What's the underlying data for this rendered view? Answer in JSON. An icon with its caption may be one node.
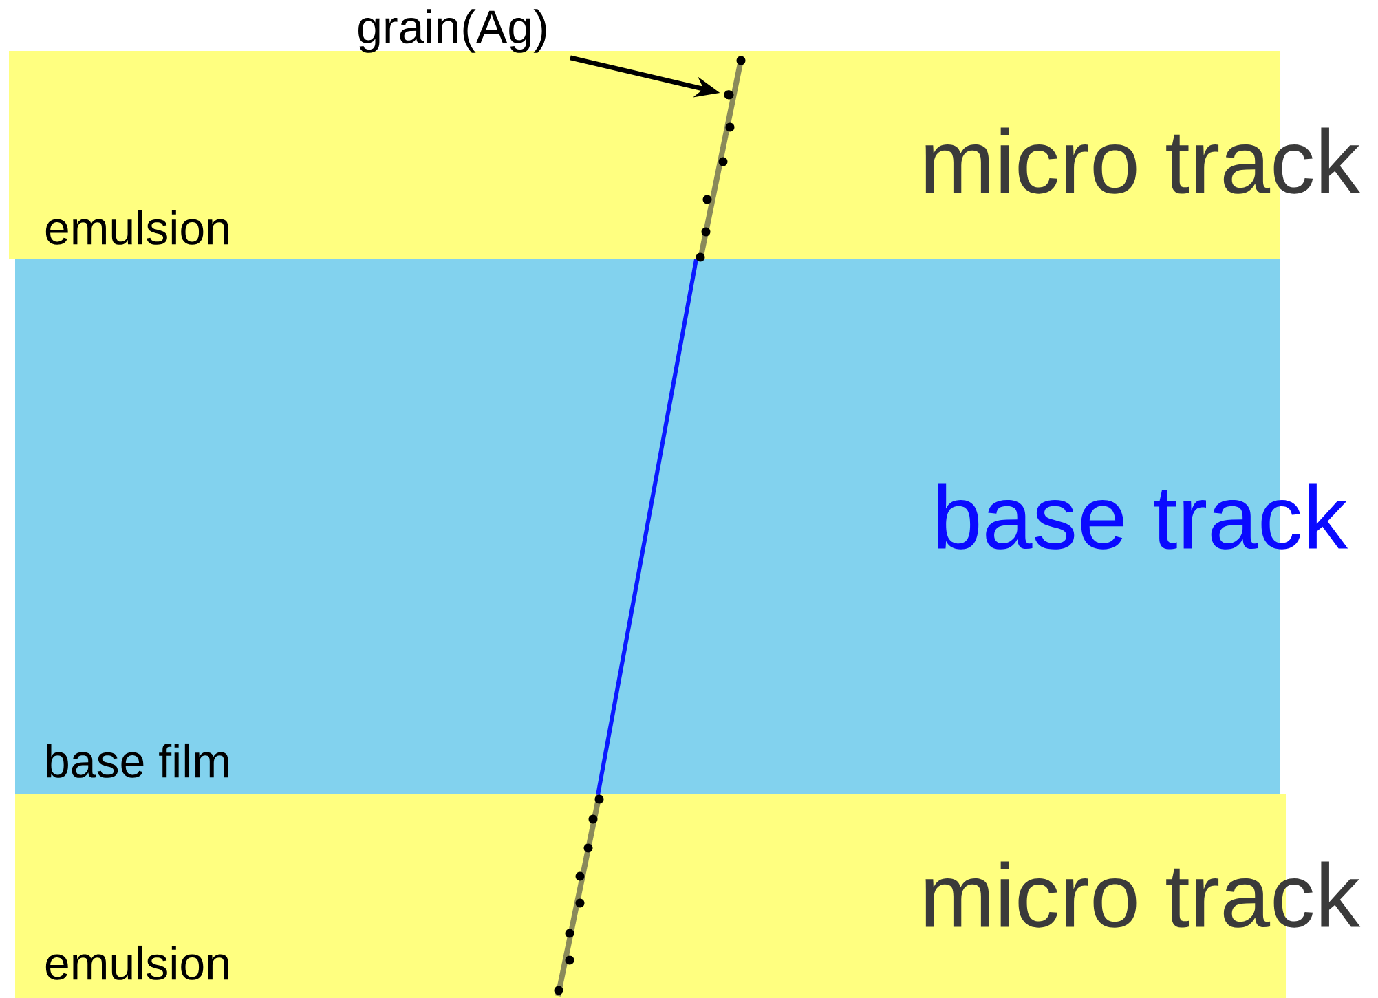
{
  "diagram": {
    "nodes": [
      {
        "text": [
          "grain(Ag)"
        ]
      },
      {
        "text": [
          "micro track",
          "emulsion"
        ]
      },
      {
        "text": [],
        "shape": "circle",
        "in": 1
      },
      {
        "text": [
          "base track",
          "base film"
        ]
      },
      {
        "text": [
          "micro track",
          "emulsion"
        ]
      }
    ],
    "edges": [
      {
        "from": 0,
        "to": 2,
        "arrow": "to"
      }
    ]
  }
}
